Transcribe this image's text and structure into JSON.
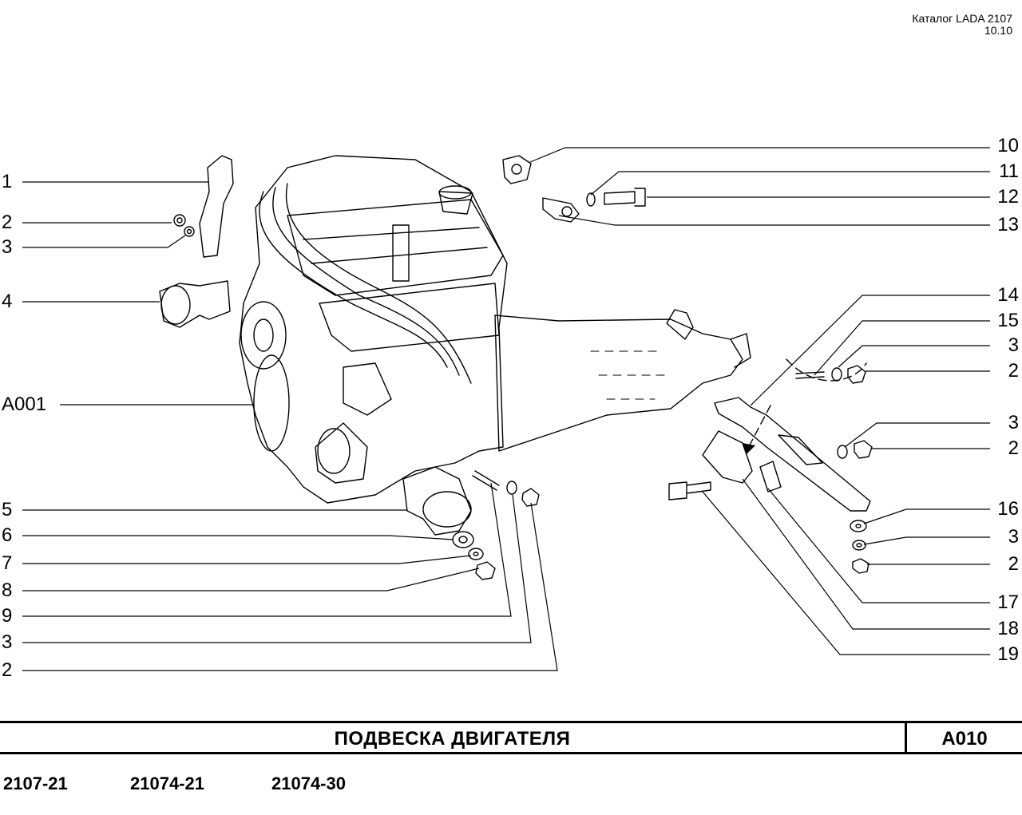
{
  "header": {
    "catalog": "Каталог LADA 2107",
    "version": "10.10"
  },
  "callouts": {
    "left": [
      "1",
      "2",
      "3",
      "4",
      "A001",
      "5",
      "6",
      "7",
      "8",
      "9",
      "3",
      "2"
    ],
    "right": [
      "10",
      "11",
      "12",
      "13",
      "14",
      "15",
      "3",
      "2",
      "3",
      "2",
      "16",
      "3",
      "2",
      "17",
      "18",
      "19"
    ]
  },
  "title": {
    "text": "ПОДВЕСКА   ДВИГАТЕЛЯ",
    "code": "A010"
  },
  "models": [
    "2107-21",
    "21074-21",
    "21074-30"
  ]
}
